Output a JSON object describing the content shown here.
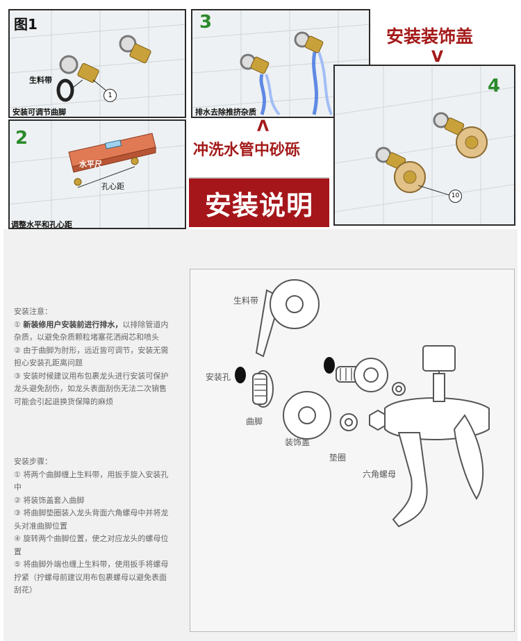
{
  "panels": {
    "p1": {
      "number": "图1",
      "caption": "安装可调节曲脚",
      "label_tape": "生料带",
      "callout": "1"
    },
    "p2": {
      "number": "2",
      "caption": "调整水平和孔心距",
      "label_level": "水平尺",
      "label_distance": "孔心距"
    },
    "p3": {
      "number": "3",
      "caption": "排水去除推挤杂质"
    },
    "p4": {
      "number": "4",
      "callout": "10"
    }
  },
  "titles": {
    "install_cover": "安装装饰盖",
    "install_cover_arrow": "V",
    "flush_arrow": "Λ",
    "flush": "冲洗水管中砂砾",
    "banner": "安装说明"
  },
  "notes": {
    "heading": "安装注意：",
    "items": [
      {
        "num": "①",
        "bold": "新装修用户安装前进行排水，",
        "text": "以排除管道内杂质，以避免杂质颗粒堵塞花洒阀芯和喷头"
      },
      {
        "num": "②",
        "text": "由于曲脚为肘形，远近皆可调节，安装无需担心安装孔距离问题"
      },
      {
        "num": "③",
        "text": "安装时候建议用布包裹龙头进行安装可保护龙头避免刮伤，如龙头表面刮伤无法二次销售可能会引起退换货保障的麻烦"
      }
    ]
  },
  "steps": {
    "heading": "安装步骤：",
    "items": [
      {
        "num": "①",
        "text": "将两个曲脚缠上生料带，用扳手旋入安装孔中"
      },
      {
        "num": "②",
        "text": "将装饰盖套入曲脚"
      },
      {
        "num": "③",
        "text": "将曲脚垫圈装入龙头背面六角螺母中并将龙头对准曲脚位置"
      },
      {
        "num": "④",
        "text": "旋转两个曲脚位置，使之对应龙头的螺母位置"
      },
      {
        "num": "⑤",
        "text": "将曲脚外端也缠上生料带，使用扳手将螺母拧紧（拧螺母前建议用布包裹螺母以避免表面刮花）"
      }
    ]
  },
  "diagram": {
    "labels": {
      "tape": "生料带",
      "hole": "安装孔",
      "elbow": "曲脚",
      "cover": "装饰盖",
      "washer": "垫圈",
      "nut": "六角螺母"
    }
  },
  "colors": {
    "accent_red": "#a41a1a",
    "banner_red": "#a5161b",
    "step_green": "#2b8a2b",
    "water_blue": "#3b6fe0",
    "brass": "#c9a13a"
  }
}
